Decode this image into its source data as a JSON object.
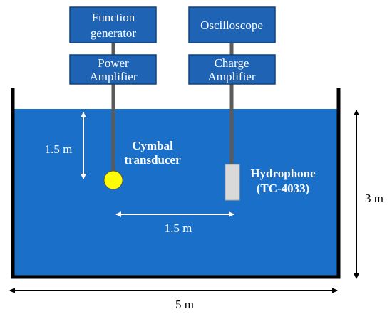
{
  "colors": {
    "box_fill": "#1f63b5",
    "box_border": "#14417a",
    "water": "#1a6fc8",
    "tank_wall": "#000000",
    "cable": "#5a5a5a",
    "transducer": "#ffff00",
    "hydrophone": "#d9d9d9"
  },
  "equipment": {
    "function_generator": [
      "Function",
      "generator"
    ],
    "power_amplifier": [
      "Power",
      "Amplifier"
    ],
    "oscilloscope": "Oscilloscope",
    "charge_amplifier": [
      "Charge",
      "Amplifier"
    ]
  },
  "labels": {
    "transducer": [
      "Cymbal",
      "transducer"
    ],
    "hydrophone": [
      "Hydrophone",
      "(TC-4033)"
    ]
  },
  "dimensions": {
    "depth": "1.5 m",
    "separation": "1.5 m",
    "tank_width": "5 m",
    "tank_height": "3 m"
  }
}
